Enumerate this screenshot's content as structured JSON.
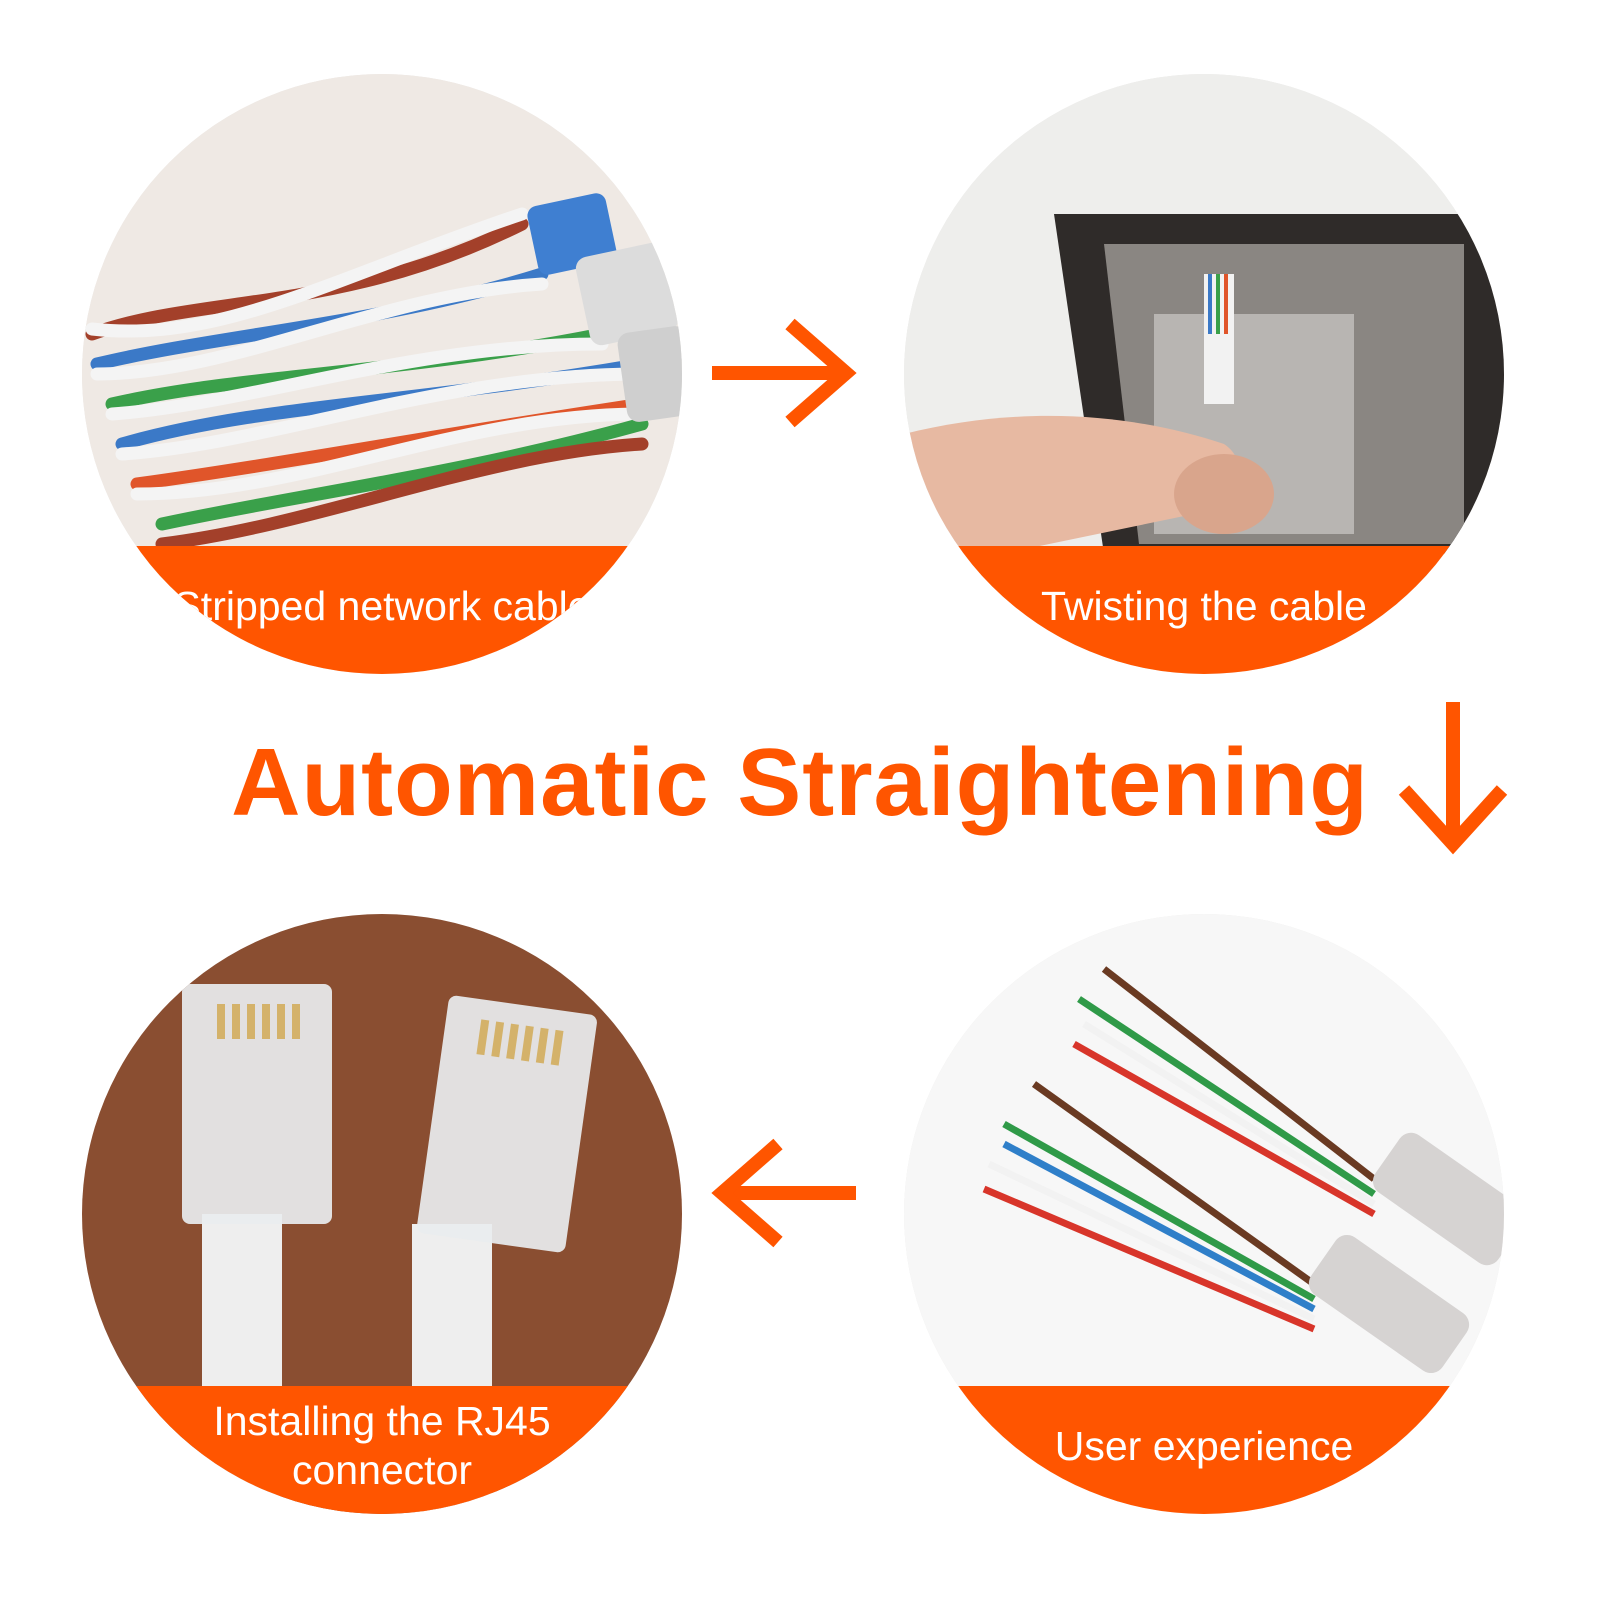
{
  "accent_color": "#ff5500",
  "headline": "Automatic Straightening",
  "steps": [
    {
      "label": "Stripped network cable",
      "image": "twisted-wire-pairs"
    },
    {
      "label": "Twisting the cable",
      "image": "hand-inserting-cable"
    },
    {
      "label": "Installing the RJ45 connector",
      "image": "rj45-connectors"
    },
    {
      "label": "User experience",
      "image": "straight-wires"
    }
  ],
  "arrows": [
    "arrow-right-icon",
    "arrow-down-icon",
    "arrow-left-icon"
  ]
}
